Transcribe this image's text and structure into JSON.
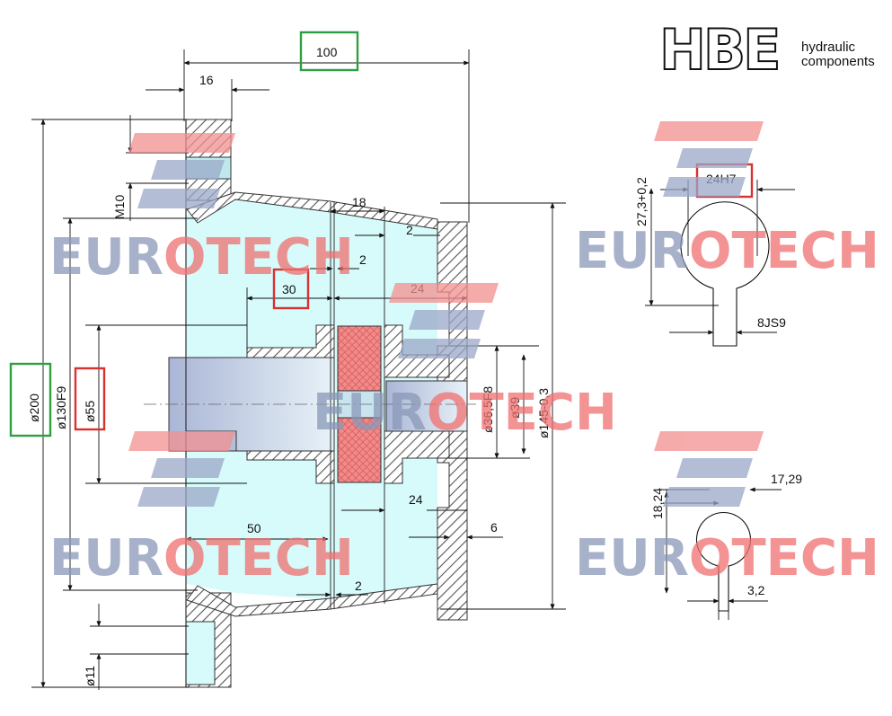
{
  "brand": {
    "logo_text": "HBE",
    "line1": "hydraulic",
    "line2": "components"
  },
  "watermark": {
    "part1": "EUR",
    "part2": "O",
    "part3": "TECH"
  },
  "colors": {
    "body_fill": "#d7fbfb",
    "hatch": "#555555",
    "shaft_fill": "#b8c4dc",
    "gear_fill": "#f08080",
    "green_box": "#2ea043",
    "red_box": "#d93030",
    "wm_blue": "#8a98b8",
    "wm_red": "#f07070"
  },
  "dimensions": {
    "d100": "100",
    "d16": "16",
    "d18": "18",
    "d2a": "2",
    "d2b": "2",
    "d2c": "2",
    "d30": "30",
    "d24a": "24",
    "d24b": "24",
    "d50": "50",
    "d6": "6",
    "m10": "M10",
    "o200": "ø200",
    "o130": "ø130F9",
    "o55": "ø55",
    "o11": "ø11",
    "o36": "ø36,5F8",
    "o39": "ø39",
    "o145": "ø145-0,3"
  },
  "keyway": {
    "width_label": "24H7",
    "height_label": "27,3+0,2",
    "key_label": "8JS9"
  },
  "keyway2": {
    "width_label": "17,29",
    "height_label": "18,24",
    "key_label": "3,2"
  }
}
